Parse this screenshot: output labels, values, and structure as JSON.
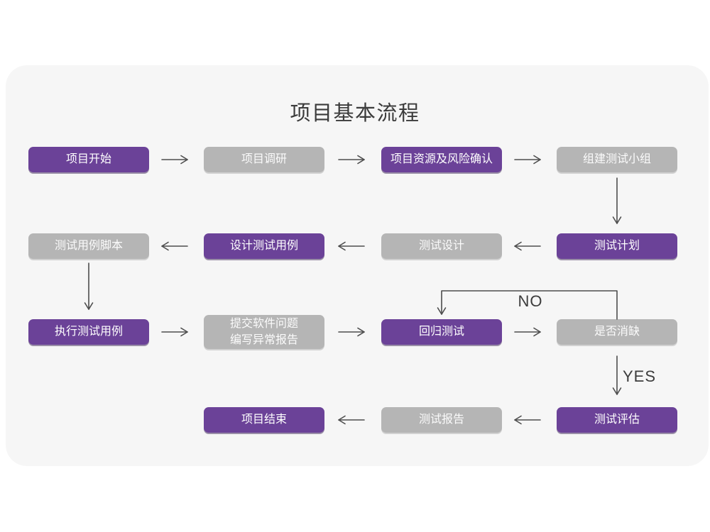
{
  "title": "项目基本流程",
  "colors": {
    "page-bg": "#FFFFFF",
    "card-bg": "#F6F6F6",
    "purple": "#6B4298",
    "gray-node": "#B5B5B5",
    "node-text": "#FFFFFF",
    "arrow": "#4D4D4D",
    "title-text": "#3B3B3B",
    "label-text": "#3C3C3C"
  },
  "nodes": [
    {
      "label": "项目开始",
      "type": "purple"
    },
    {
      "label": "项目调研",
      "type": "gray"
    },
    {
      "label": "项目资源及风险确认",
      "type": "purple"
    },
    {
      "label": "组建测试小组",
      "type": "gray"
    },
    {
      "label": "测试用例脚本",
      "type": "gray"
    },
    {
      "label": "设计测试用例",
      "type": "purple"
    },
    {
      "label": "测试设计",
      "type": "gray"
    },
    {
      "label": "测试计划",
      "type": "purple"
    },
    {
      "label": "执行测试用例",
      "type": "purple"
    },
    {
      "label": "提交软件问题\n编写异常报告",
      "type": "gray"
    },
    {
      "label": "回归测试",
      "type": "purple"
    },
    {
      "label": "是否消缺",
      "type": "gray"
    },
    {
      "label": "项目结束",
      "type": "purple"
    },
    {
      "label": "测试报告",
      "type": "gray"
    },
    {
      "label": "测试评估",
      "type": "purple"
    }
  ],
  "edge_labels": {
    "no": "NO",
    "yes": "YES"
  }
}
